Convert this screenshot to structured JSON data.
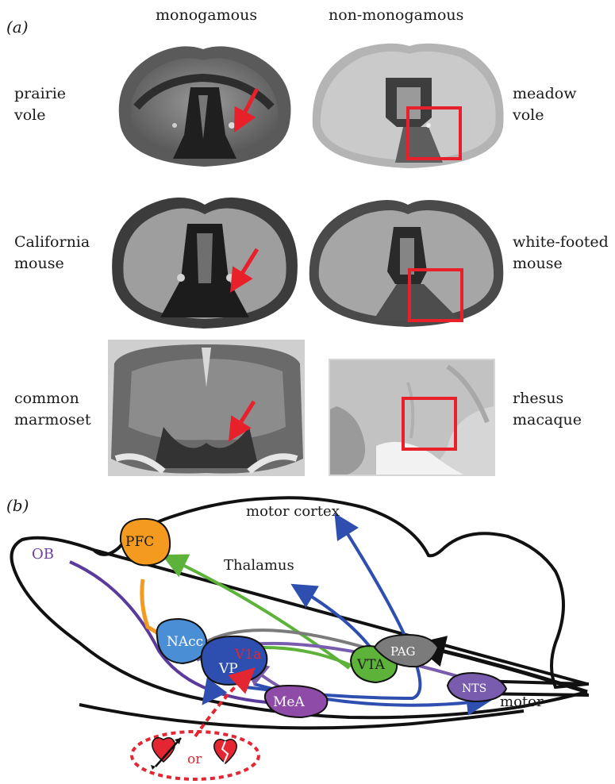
{
  "panel_a": {
    "label": "(a)",
    "columns": [
      "monogamous",
      "non-monogamous"
    ],
    "rows": [
      {
        "left": "prairie\nvole",
        "right": "meadow\nvole"
      },
      {
        "left": "California\nmouse",
        "right": "white-footed\nmouse"
      },
      {
        "left": "common\nmarmoset",
        "right": "rhesus\nmacaque"
      }
    ],
    "highlight_color": "#e8202a"
  },
  "panel_b": {
    "label": "(b)",
    "regions": {
      "ob": "OB",
      "pfc": "PFC",
      "nacc": "NAcc",
      "vp": "VP",
      "v1a": "V1a",
      "mea": "MeA",
      "vta": "VTA",
      "pag": "PAG",
      "nts": "NTS"
    },
    "outputs": {
      "motor_cortex": "motor cortex",
      "thalamus": "Thalamus",
      "motor": "motor"
    },
    "or_text": "or",
    "colors": {
      "pfc": "#f39a1f",
      "nacc": "#4a8fd6",
      "vp": "#2f4fb0",
      "mea": "#8e4ca8",
      "vta": "#5db33a",
      "pag": "#7b7b7b",
      "nts": "#7a5cae",
      "ob_text": "#6a3fa0",
      "v1a_text": "#e32632",
      "heart": "#e32632"
    }
  }
}
